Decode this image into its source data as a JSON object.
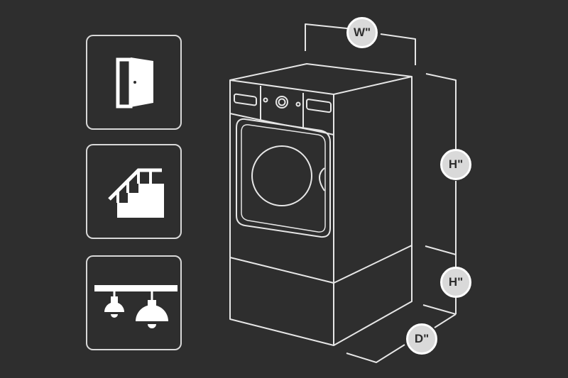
{
  "colors": {
    "background": "#2e2e2e",
    "line": "#e6e6e6",
    "badge_fill": "#d9d9d9",
    "badge_border": "#ffffff",
    "badge_text": "#2e2e2e"
  },
  "icons": [
    {
      "name": "door-icon"
    },
    {
      "name": "stairs-icon"
    },
    {
      "name": "pendant-lights-icon"
    }
  ],
  "appliance": {
    "name": "front-load-washer-on-pedestal"
  },
  "dimensions": {
    "width": "W\"",
    "height_unit": "H\"",
    "height_pedestal": "H\"",
    "depth": "D\""
  }
}
